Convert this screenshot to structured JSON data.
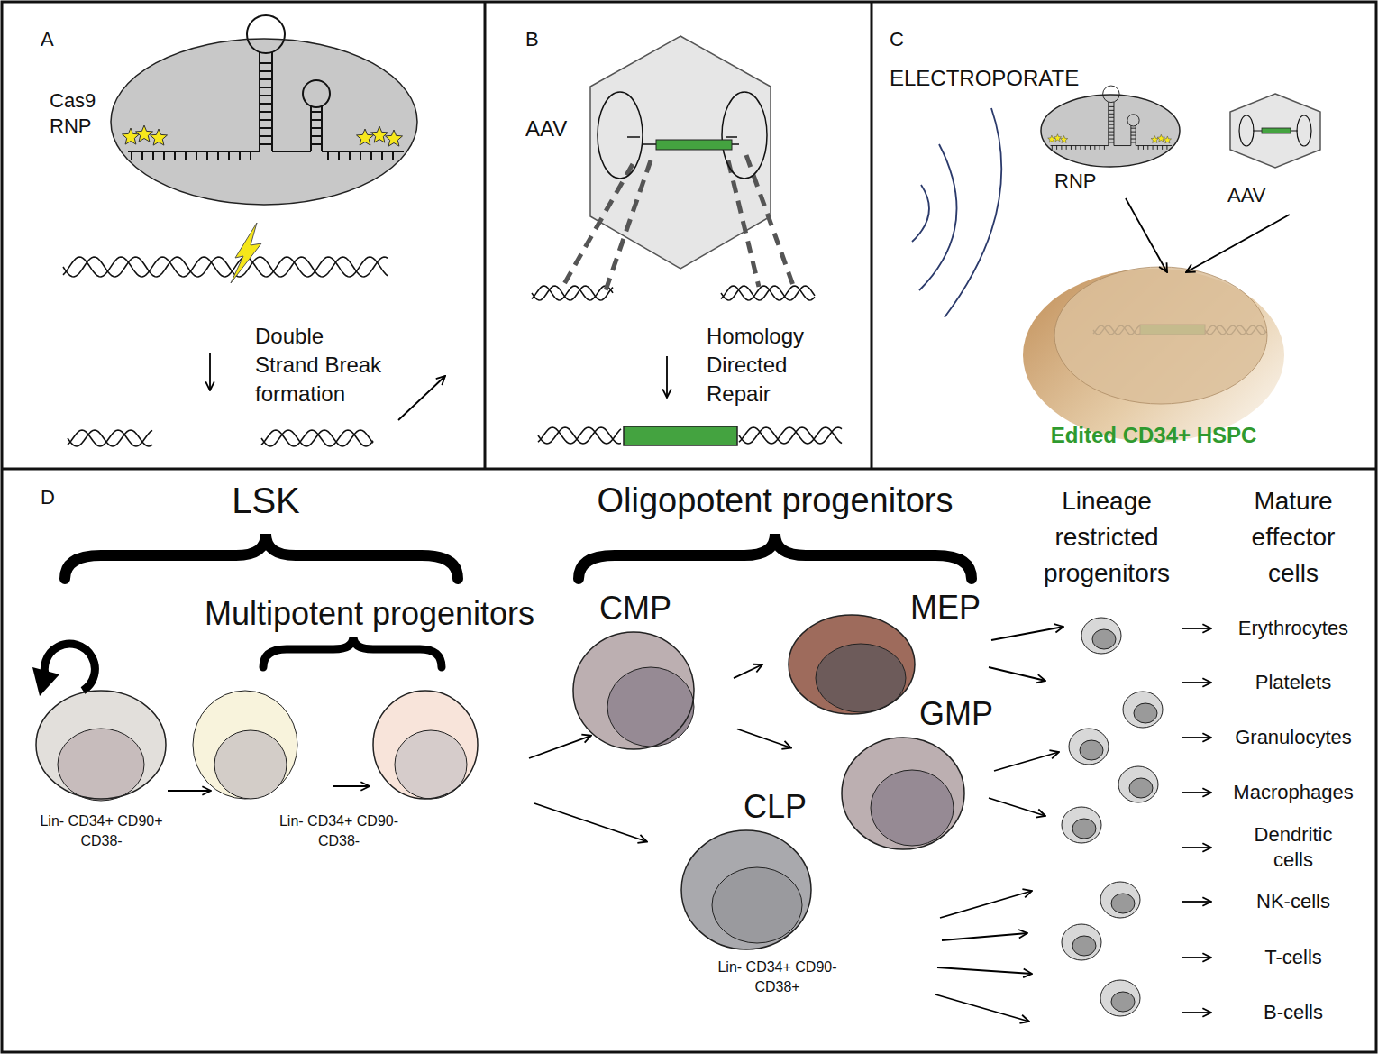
{
  "diagram": {
    "nodes": [
      {
        "text": [
          "Cas9 RNP"
        ]
      },
      {
        "text": [
          "AAV"
        ]
      },
      {
        "text": [
          "RNP"
        ]
      },
      {
        "text": [
          "AAV"
        ]
      },
      {
        "text": [
          "Edited CD34+ HSPC"
        ]
      },
      {
        "text": [
          "Lin- CD34+ CD90+ CD38-"
        ]
      },
      {
        "text": [
          "Lin- CD34+ CD90- CD38-"
        ]
      },
      {
        "text": [
          "CMP"
        ]
      },
      {
        "text": [
          "MEP"
        ]
      },
      {
        "text": [
          "GMP"
        ]
      },
      {
        "text": [
          "CLP",
          "Lin- CD34+ CD90- CD38+"
        ]
      }
    ],
    "edges": [
      {
        "from": 2,
        "to": 4,
        "arrow": "to"
      },
      {
        "from": 3,
        "to": 4,
        "arrow": "to"
      },
      {
        "from": 6,
        "to": 7,
        "arrow": "to"
      },
      {
        "from": 6,
        "to": 10,
        "arrow": "to"
      },
      {
        "from": 7,
        "to": 8,
        "arrow": "to"
      },
      {
        "from": 7,
        "to": 9,
        "arrow": "to"
      }
    ],
    "labels": [
      "A",
      "Double Strand Break formation",
      "B",
      "Homology Directed Repair",
      "C",
      "ELECTROPORATE",
      "D",
      "LSK",
      "Multipotent progenitors",
      "Oligopotent progenitors",
      "Lineage restricted progenitors",
      "Mature effector cells",
      "Erythrocytes",
      "Platelets",
      "Granulocytes",
      "Macrophages",
      "Dendritic cells",
      "NK-cells",
      "T-cells",
      "B-cells"
    ]
  }
}
